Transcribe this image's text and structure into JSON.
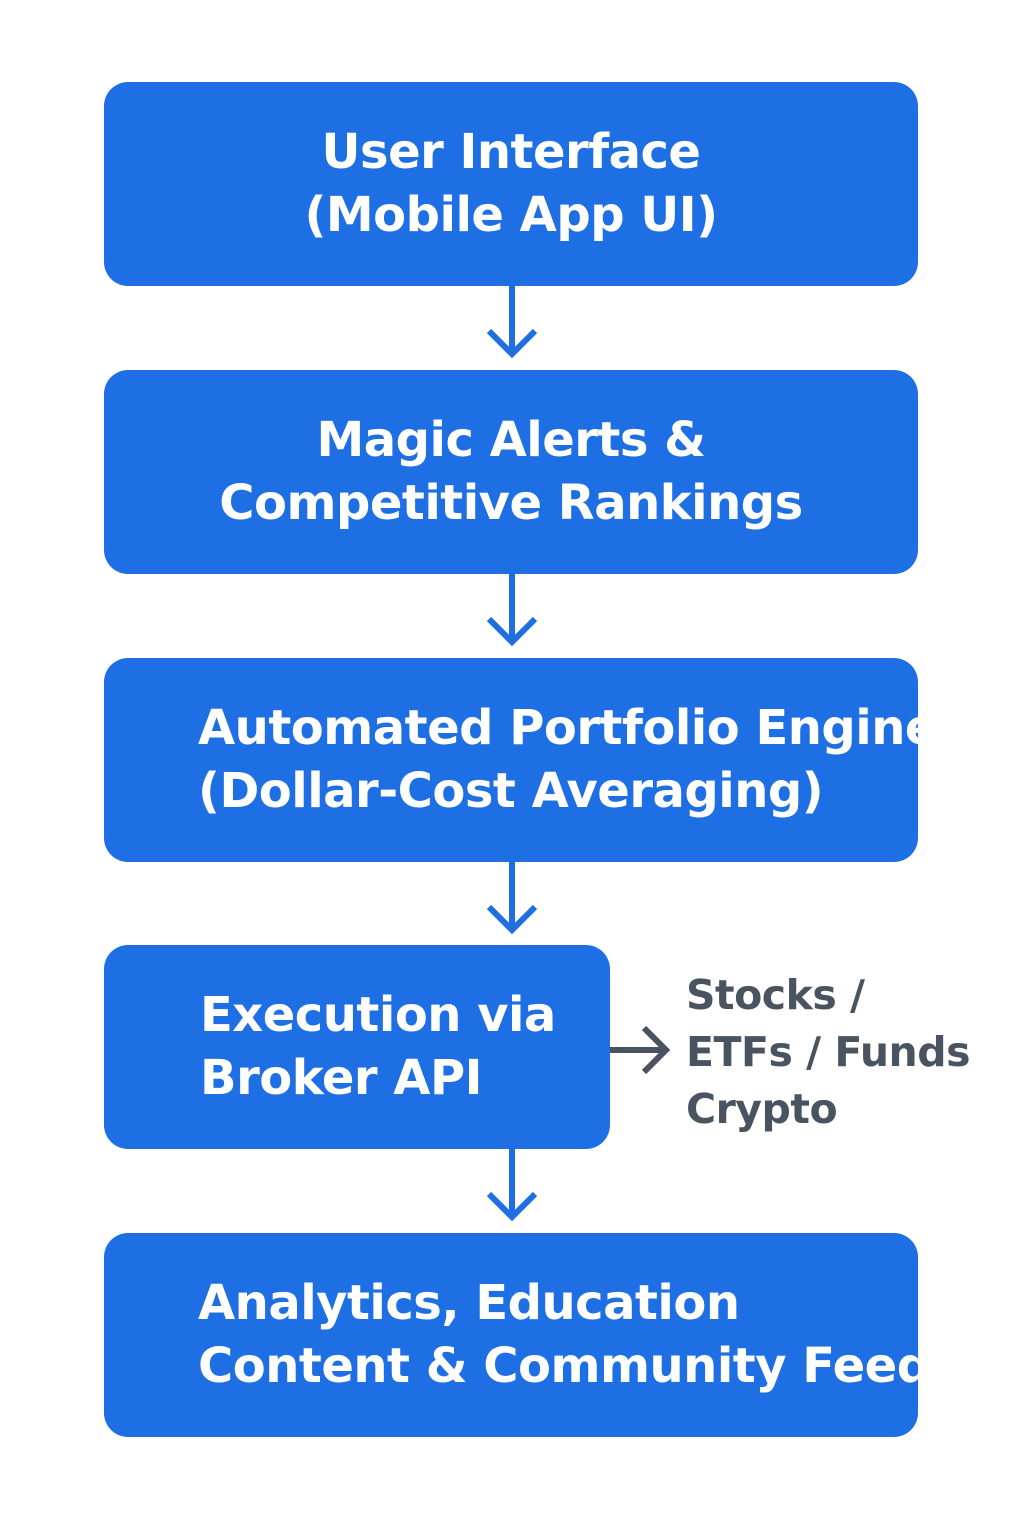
{
  "colors": {
    "box_fill": "#1e6fe4",
    "box_text": "#ffffff",
    "arrow_blue": "#1e6fe4",
    "arrow_gray": "#4a5360",
    "side_text": "#4a5360"
  },
  "nodes": {
    "ui": {
      "line1": "User Interface",
      "line2": "(Mobile App UI)"
    },
    "alerts": {
      "line1": "Magic Alerts &",
      "line2": "Competitive Rankings"
    },
    "engine": {
      "line1": "Automated Portfolio Engine",
      "line2": "(Dollar-Cost Averaging)"
    },
    "exec": {
      "line1": "Execution via",
      "line2": "Broker API"
    },
    "analytics": {
      "line1": "Analytics, Education",
      "line2": "Content & Community Feed"
    }
  },
  "side_label": {
    "line1": "Stocks /",
    "line2": "ETFs / Funds",
    "line3": "Crypto"
  }
}
